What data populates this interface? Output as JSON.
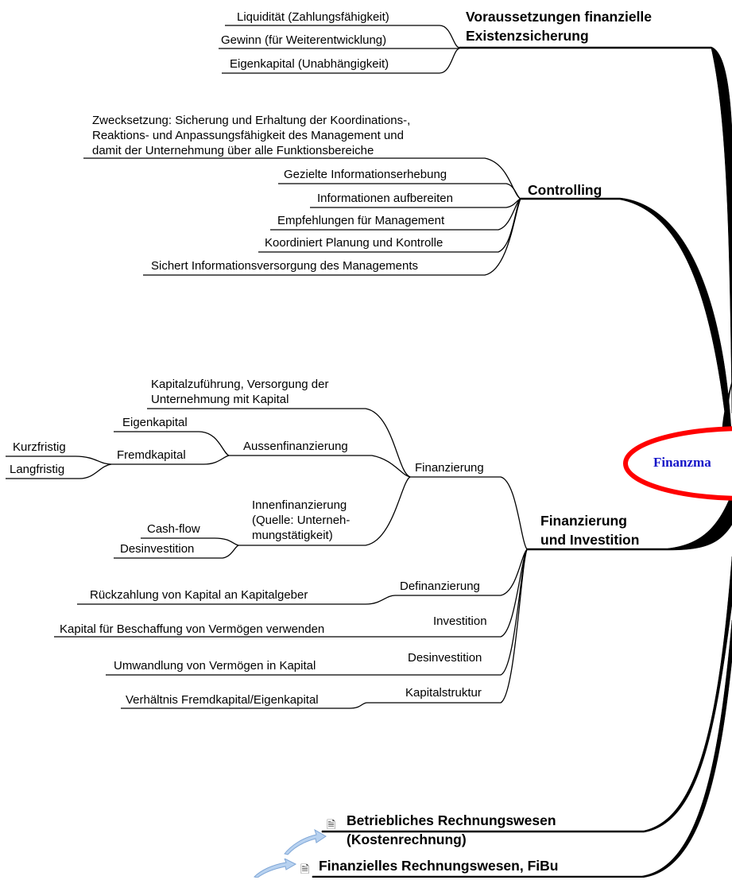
{
  "center": {
    "label": "Finanzma"
  },
  "existenz": {
    "title_line1": "Voraussetzungen finanzielle",
    "title_line2": "Existenzsicherung",
    "items": [
      "Liquidität (Zahlungsfähigkeit)",
      "Gewinn (für Weiterentwicklung)",
      "Eigenkapital (Unabhängigkeit)"
    ]
  },
  "controlling": {
    "title": "Controlling",
    "purpose": [
      "Zwecksetzung: Sicherung und Erhaltung der Koordinations-,",
      "Reaktions- und Anpassungsfähigkeit des Management und",
      "damit der Unternehmung über alle Funktionsbereiche"
    ],
    "items": [
      "Gezielte Informationserhebung",
      "Informationen aufbereiten",
      "Empfehlungen für Management",
      "Koordiniert Planung und Kontrolle",
      "Sichert Informationsversorgung des Managements"
    ]
  },
  "fin_inv": {
    "title_line1": "Finanzierung",
    "title_line2": "und Investition",
    "finanzierung": {
      "label": "Finanzierung",
      "kapitalzufuehrung": [
        "Kapitalzuführung, Versorgung der",
        "Unternehmung mit Kapital"
      ],
      "aussen": {
        "label": "Aussenfinanzierung",
        "eigenkapital": "Eigenkapital",
        "fremdkapital": "Fremdkapital",
        "kurzfristig": "Kurzfristig",
        "langfristig": "Langfristig"
      },
      "innen": {
        "lines": [
          "Innenfinanzierung",
          "(Quelle: Unterneh-",
          "mungstätigkeit)"
        ],
        "cashflow": "Cash-flow",
        "desinvestition": "Desinvestition"
      }
    },
    "definanzierung": {
      "label": "Definanzierung",
      "detail": "Rückzahlung von Kapital an Kapitalgeber"
    },
    "investition": {
      "label": "Investition",
      "detail": "Kapital für Beschaffung von Vermögen verwenden"
    },
    "desinvestition": {
      "label": "Desinvestition",
      "detail": "Umwandlung von Vermögen in Kapital"
    },
    "kapitalstruktur": {
      "label": "Kapitalstruktur",
      "detail": "Verhältnis Fremdkapital/Eigenkapital"
    }
  },
  "betrieblich": {
    "line1": "Betriebliches Rechnungswesen",
    "line2": "(Kostenrechnung)"
  },
  "finanziell": {
    "label": "Finanzielles Rechnungswesen, FiBu"
  },
  "icons": {
    "document": "document-icon",
    "link": "link-arrow-icon"
  }
}
